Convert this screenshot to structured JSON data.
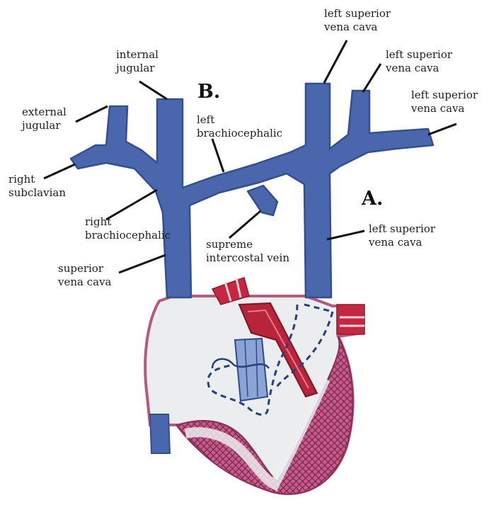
{
  "panel_labels": {
    "a": "A.",
    "b": "B."
  },
  "labels": {
    "lsvc_top_1": "left superior",
    "lsvc_top_2": "vena cava",
    "lsvc_mid_1": "left superior",
    "lsvc_mid_2": "vena cava",
    "lsvc_right_1": "left superior",
    "lsvc_right_2": "vena cava",
    "internal_jugular_1": "internal",
    "internal_jugular_2": "jugular",
    "external_jugular_1": "external",
    "external_jugular_2": "jugular",
    "left_brachio_1": "left",
    "left_brachio_2": "brachiocephalic",
    "right_subclavian_1": "right",
    "right_subclavian_2": "subclavian",
    "right_brachio_1": "right",
    "right_brachio_2": "brachiocephalic",
    "supreme_1": "supreme",
    "supreme_2": "intercostal vein",
    "lsvc_a_1": "left superior",
    "lsvc_a_2": "vena cava",
    "svc_1": "superior",
    "svc_2": "vena cava"
  },
  "colors": {
    "vein": "#4a67ad",
    "vein_dark": "#334f92",
    "heart_fill": "#ecedef",
    "heart_outline": "#b25b7c",
    "muscle": "#b94d7a",
    "artery": "#b8243a",
    "valve_blue": "#6f8fc8",
    "dash": "#24407e"
  }
}
